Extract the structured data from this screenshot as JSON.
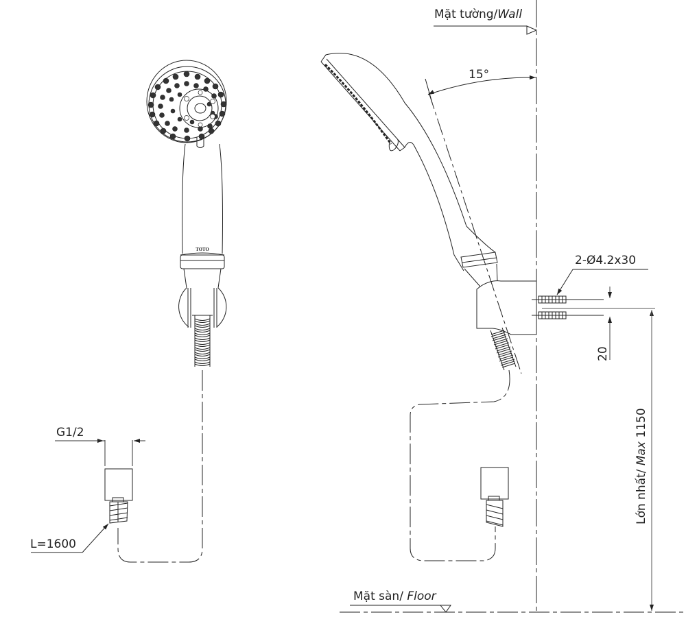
{
  "drawing": {
    "type": "technical drawing - hand shower with wall bracket",
    "brand_mark": "TOTO",
    "colors": {
      "line": "#222222",
      "dim_line": "#555555",
      "background": "#ffffff"
    }
  },
  "labels": {
    "wall_vi": "Mặt tường/",
    "wall_en": "Wall",
    "floor_vi": "Mặt sàn/ ",
    "floor_en": "Floor",
    "angle": "15°",
    "screws": "2-Ø4.2x30",
    "screw_spacing": "20",
    "max_height_vi": "Lớn nhất/ ",
    "max_height_en": "Max",
    "max_height_value": " 1150",
    "thread": "G1/2",
    "hose_length": "L=1600"
  },
  "views": [
    {
      "name": "front-view",
      "contains": [
        "shower-head",
        "handle",
        "bracket",
        "hose",
        "connector"
      ]
    },
    {
      "name": "side-view",
      "contains": [
        "shower-head",
        "handle",
        "wall-bracket",
        "screws",
        "hose",
        "connector"
      ]
    }
  ]
}
